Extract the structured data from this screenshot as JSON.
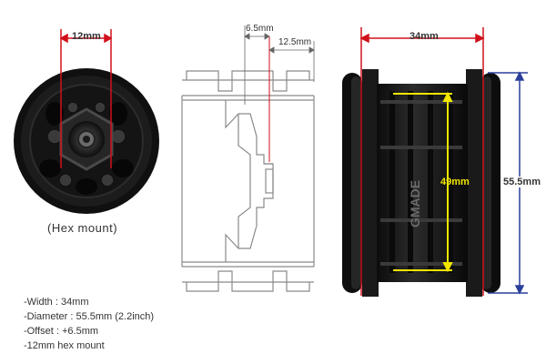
{
  "labels": {
    "hex_width": "12mm",
    "offset": "6.5mm",
    "section_width": "12.5mm",
    "wheel_width": "34mm",
    "wheel_diameter": "55.5mm",
    "inner_diameter": "49mm",
    "caption": "(Hex mount)",
    "brand": "GMADE"
  },
  "specs": [
    "-Width : 34mm",
    "-Diameter : 55.5mm (2.2inch)",
    "-Offset : +6.5mm",
    "-12mm hex mount"
  ],
  "colors": {
    "dimension_red": "#d0101a",
    "dimension_yellow": "#f2e600",
    "dimension_blue": "#2a3f9a",
    "wheel_black": "#1b1b1b",
    "outline_gray": "#8a8a8a"
  }
}
